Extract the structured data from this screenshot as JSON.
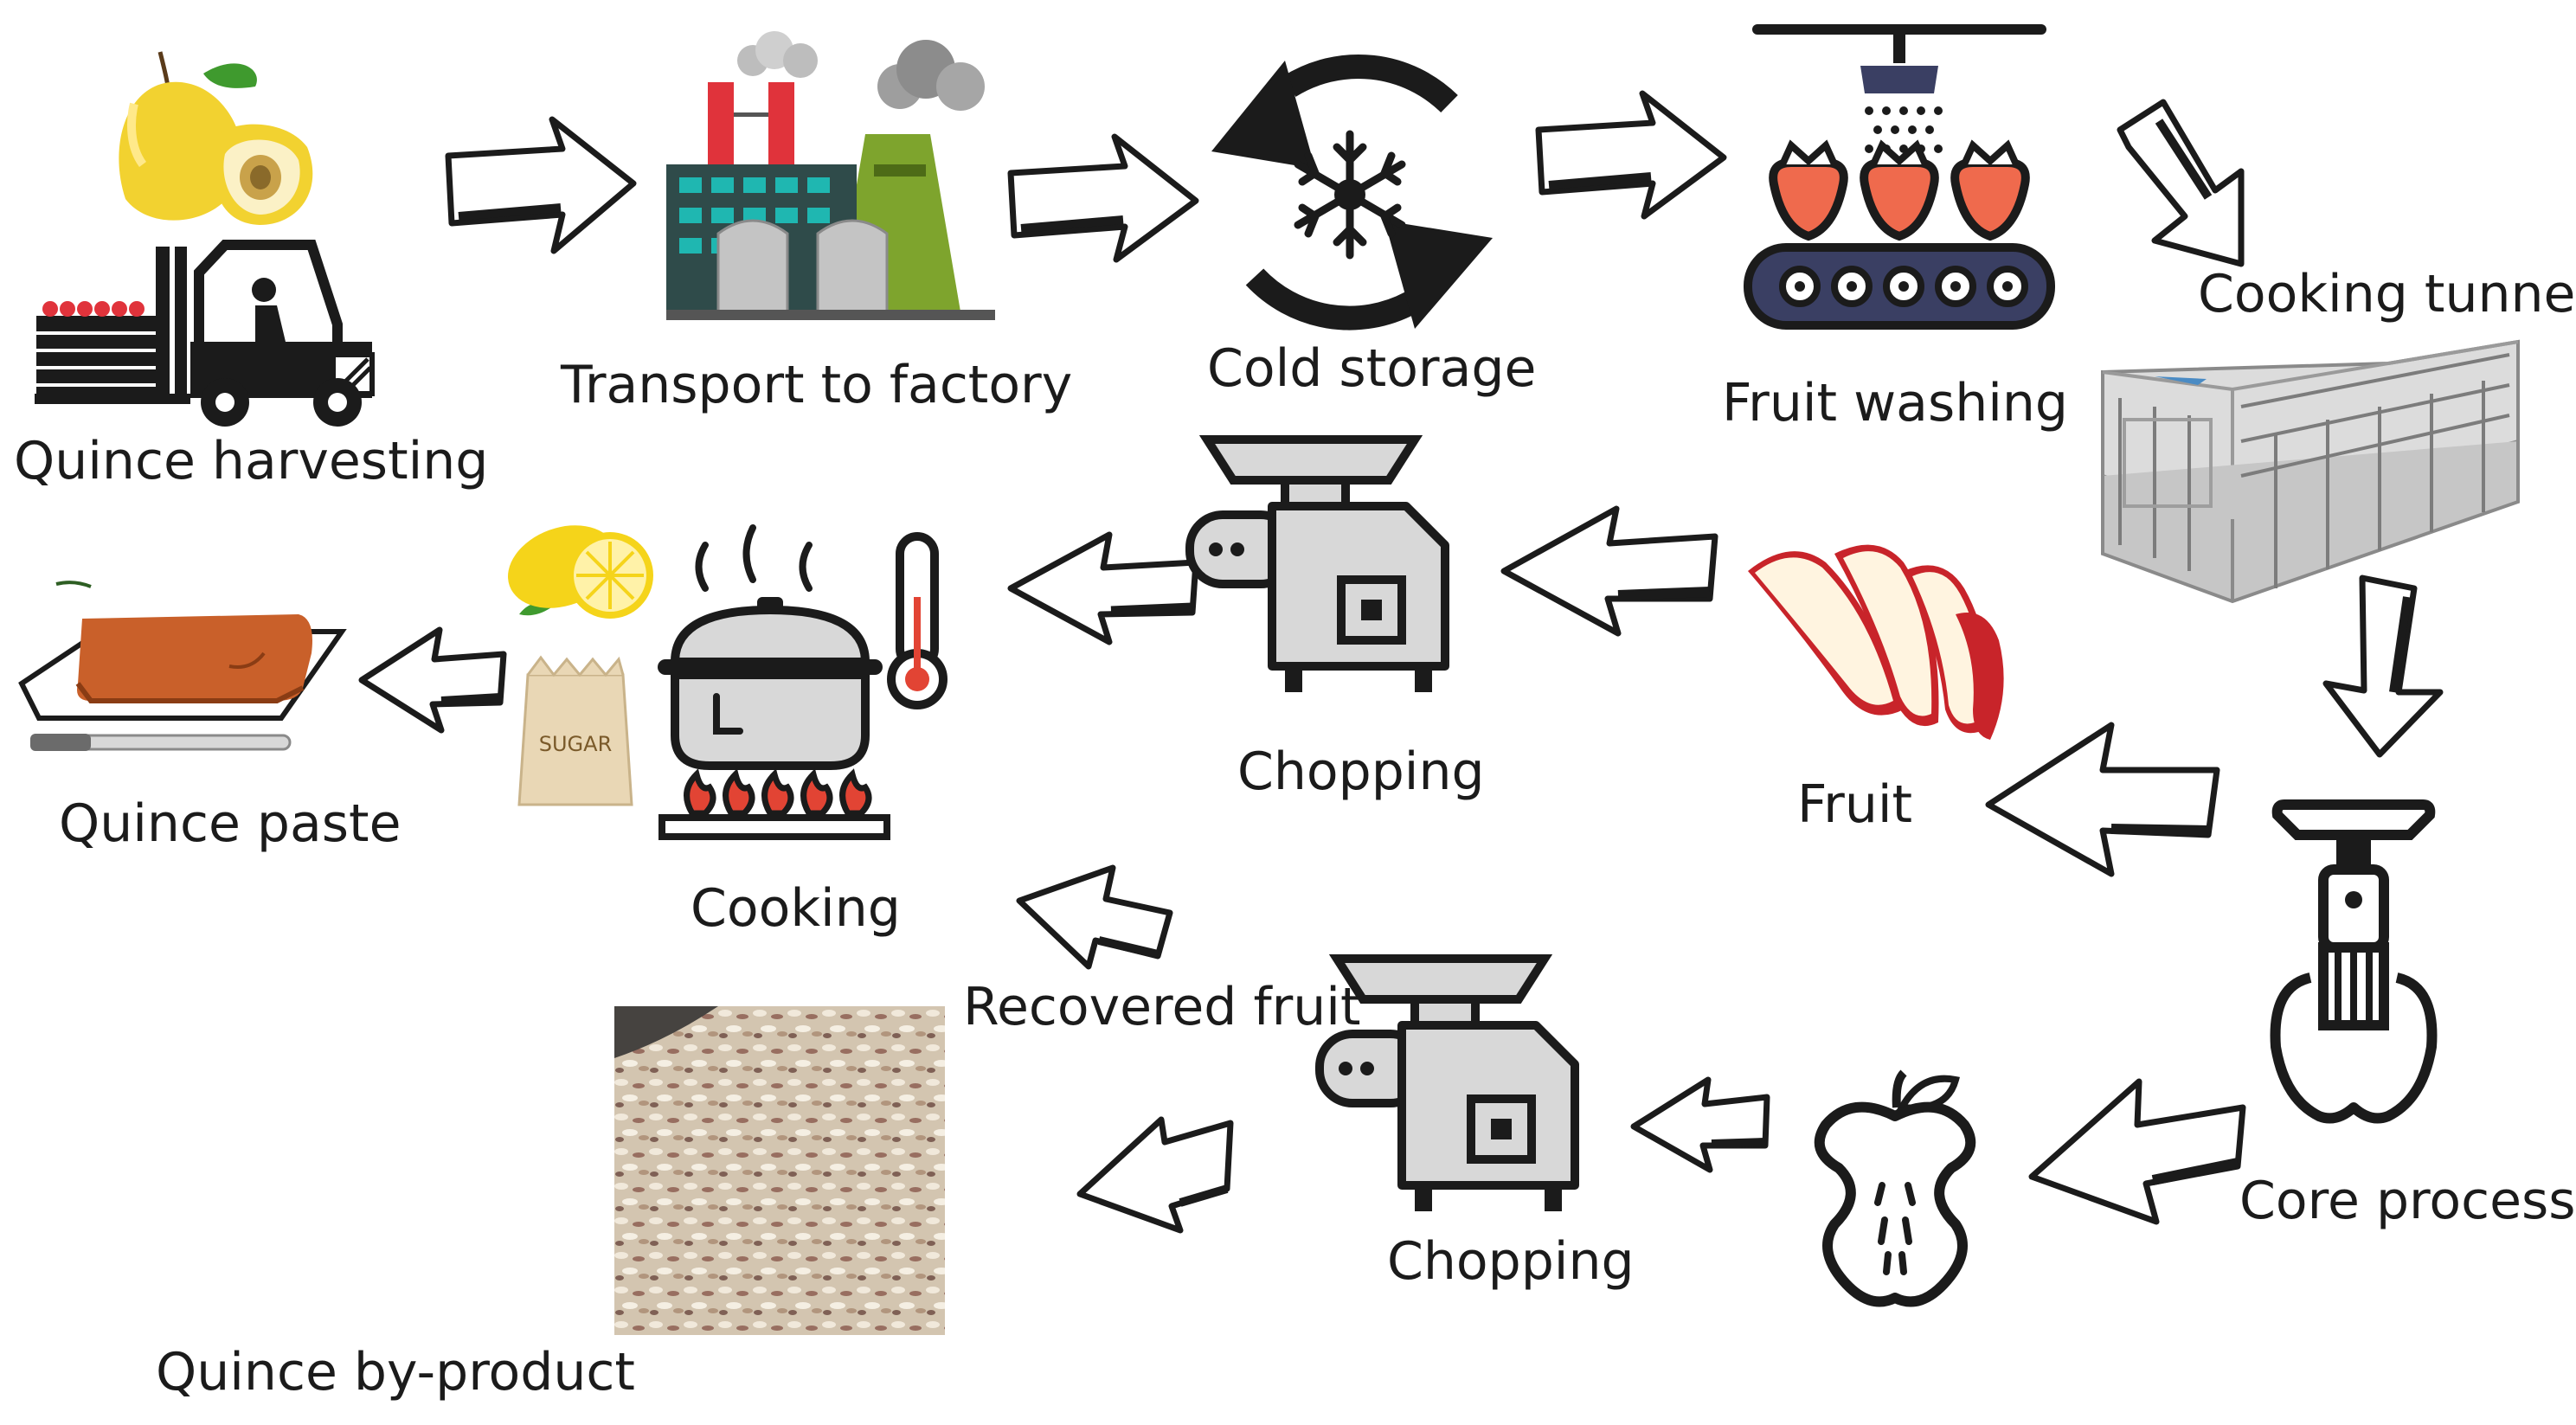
{
  "diagram": {
    "steps": {
      "harvesting": "Quince harvesting",
      "transport": "Transport to factory",
      "cold_storage": "Cold storage",
      "washing": "Fruit washing",
      "cooking_tunnel": "Cooking tunnel",
      "core_process": "Core process",
      "chopping_1": "Chopping",
      "chopping_2": "Chopping",
      "fruit": "Fruit",
      "cooking": "Cooking",
      "paste": "Quince paste",
      "recovered": "Recovered fruit",
      "byproduct": "Quince by-product"
    },
    "sugar_bag_text": "SUGAR"
  },
  "colors": {
    "quince_yellow": "#f2d230",
    "leaf_green": "#3f9a2e",
    "factory_red": "#e0333b",
    "factory_teal": "#0f8f8c",
    "tower_green": "#7ea42d",
    "silo_gray": "#b7b7b7",
    "belt_navy": "#3a3f63",
    "strawberry": "#ef6a4d",
    "flame": "#e24434",
    "paste_orange": "#c9602a",
    "apple_red": "#c8242a",
    "lemon": "#f5d41a",
    "steel": "#d8d8d8",
    "outline": "#1b1b1b"
  }
}
